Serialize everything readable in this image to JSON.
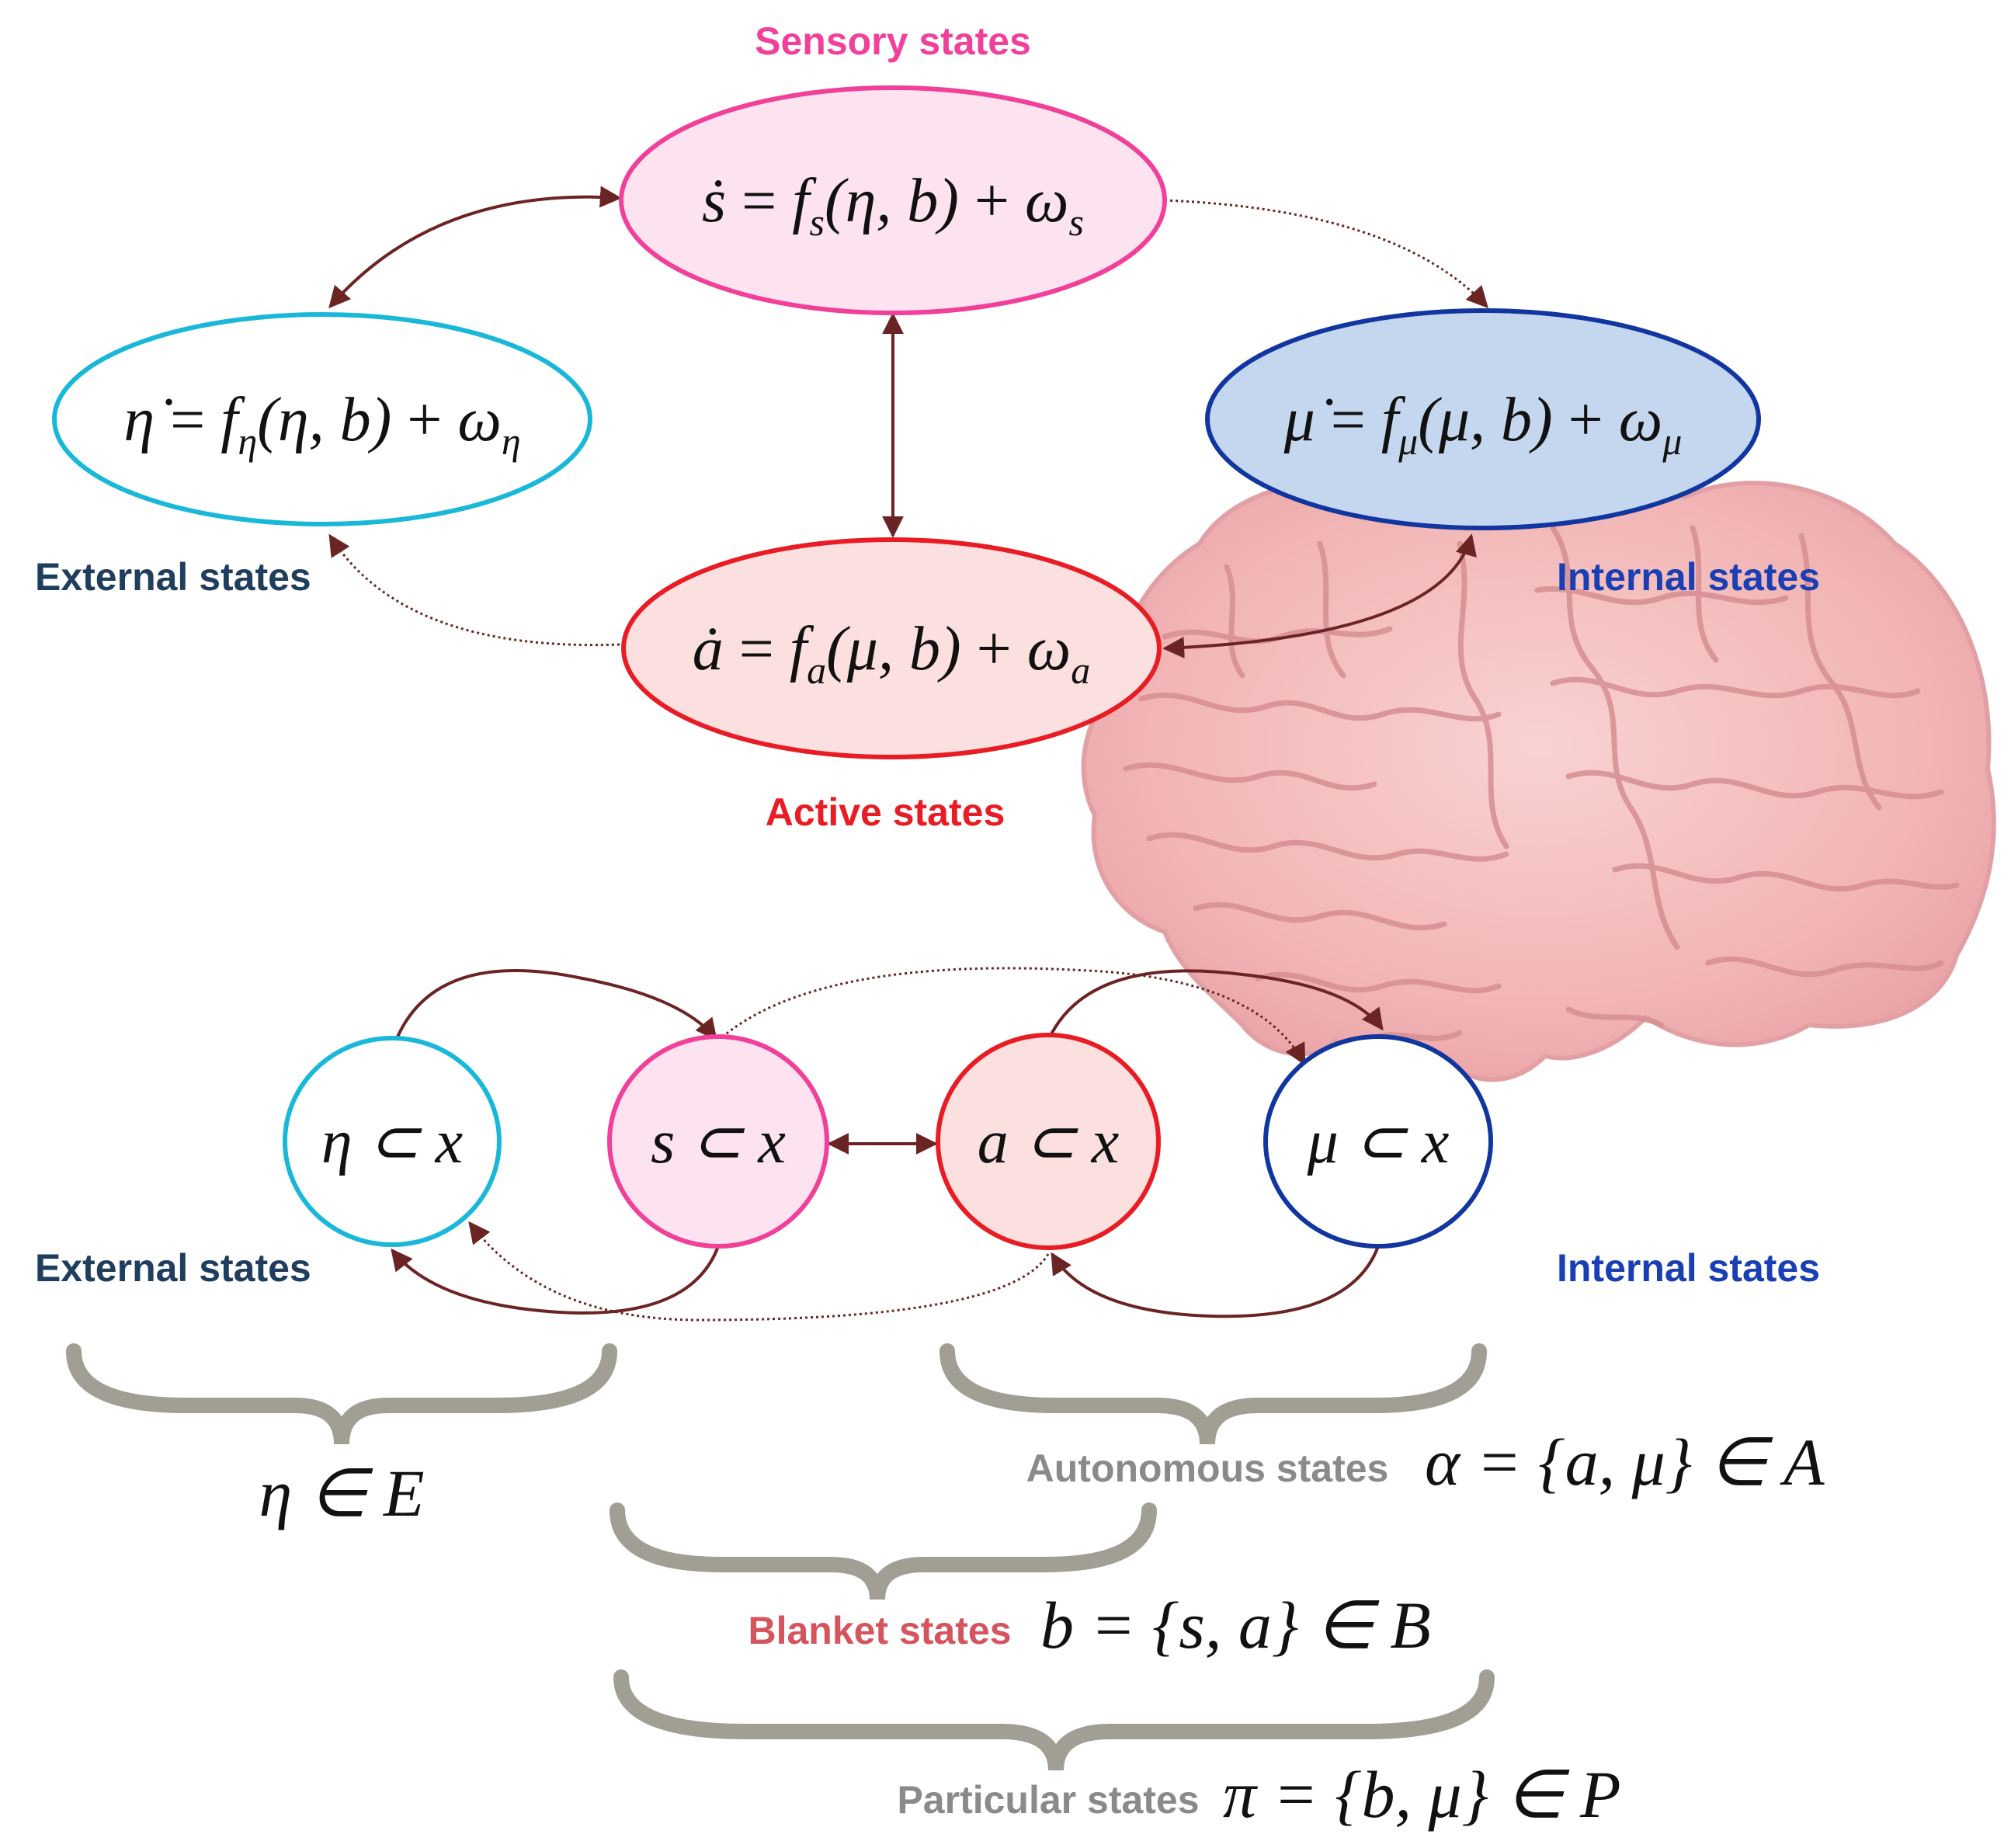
{
  "colors": {
    "sensory": "#f0409a",
    "external": "#1ab8d8",
    "internal": "#1236a0",
    "active": "#e81c24",
    "arrow": "#6b2424",
    "brace": "#a19f94",
    "label_external": "#1f3d5c",
    "label_internal": "#1a3fb4",
    "label_sensory": "#f0409a",
    "label_active": "#e81c24",
    "label_grey": "#8a8a8a",
    "label_blanket": "#d4555e"
  },
  "top": {
    "sensory": {
      "label": "Sensory states",
      "eq_lhs": "ṡ",
      "eq_f": "f",
      "eq_fsub": "s",
      "eq_args": "(η, b)",
      "eq_omega": "ω",
      "eq_osub": "s"
    },
    "external": {
      "label": "External states",
      "eq_lhs": "η̇",
      "eq_f": "f",
      "eq_fsub": "η",
      "eq_args": "(η, b)",
      "eq_omega": "ω",
      "eq_osub": "η"
    },
    "internal": {
      "label": "Internal states",
      "eq_lhs": "μ̇",
      "eq_f": "f",
      "eq_fsub": "μ",
      "eq_args": "(μ, b)",
      "eq_omega": "ω",
      "eq_osub": "μ"
    },
    "active": {
      "label": "Active states",
      "eq_lhs": "ȧ",
      "eq_f": "f",
      "eq_fsub": "a",
      "eq_args": "(μ, b)",
      "eq_omega": "ω",
      "eq_osub": "a"
    }
  },
  "bottom": {
    "external": {
      "label": "External states",
      "text": "η ⊂ x"
    },
    "sensory": {
      "text": "s ⊂ x"
    },
    "active": {
      "text": "a ⊂ x"
    },
    "internal": {
      "label": "Internal states",
      "text": "μ ⊂ x"
    }
  },
  "groups": {
    "external": {
      "math": "η ∈ E"
    },
    "autonomous": {
      "label": "Autonomous states",
      "math": "α = {a, μ} ∈ A"
    },
    "blanket": {
      "label": "Blanket states",
      "math": "b = {s, a} ∈ B"
    },
    "particular": {
      "label": "Particular states",
      "math": "π = {b, μ} ∈ P"
    }
  }
}
